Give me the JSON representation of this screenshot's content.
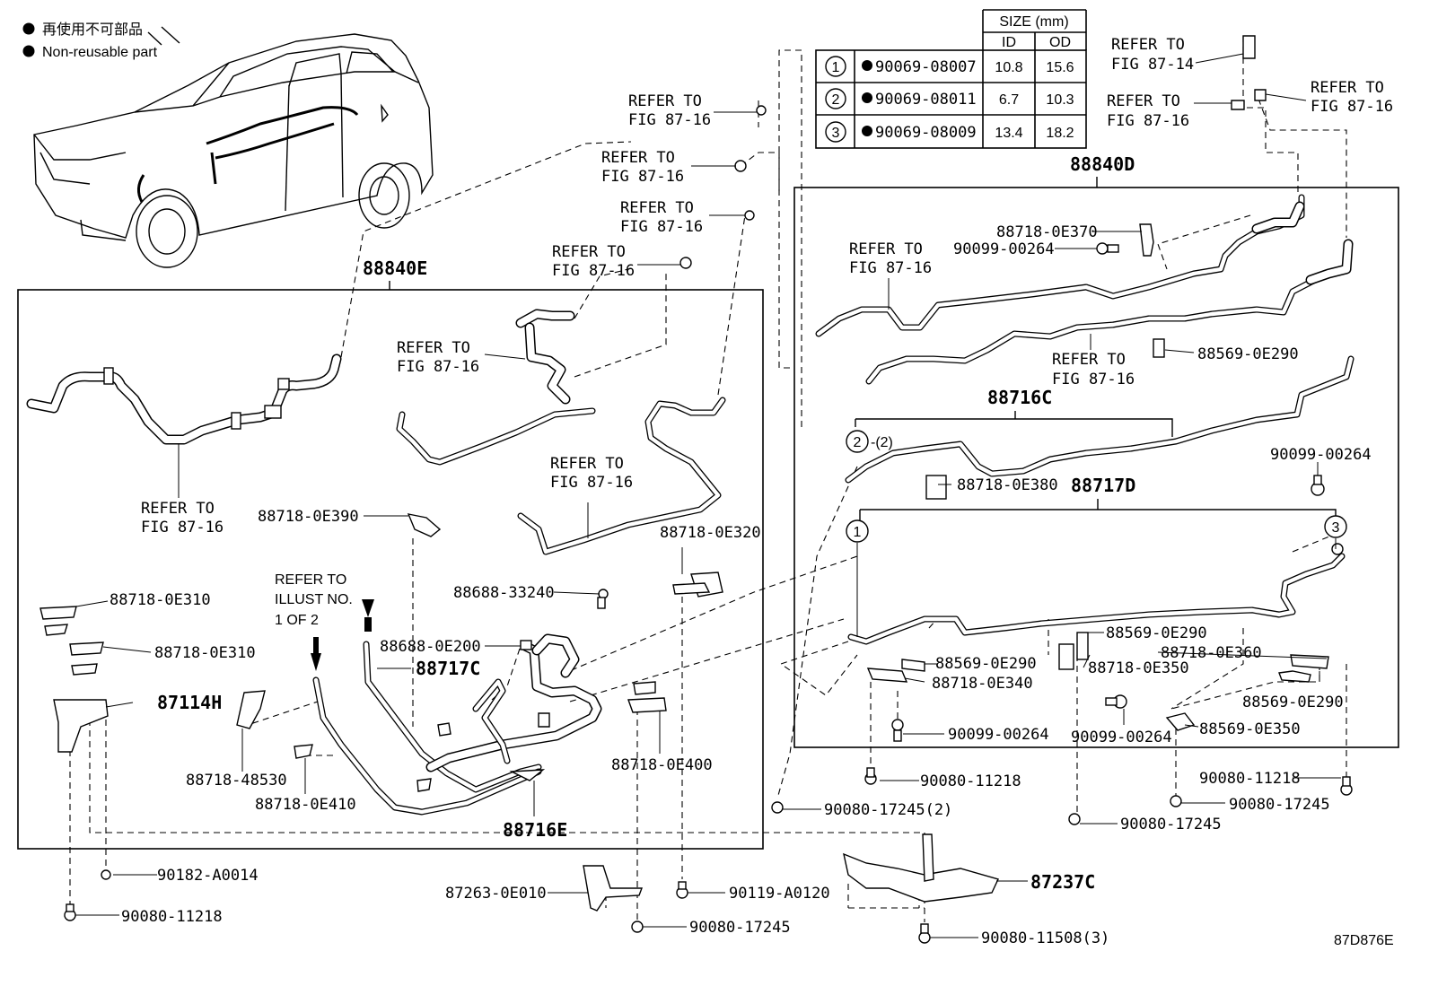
{
  "legend": {
    "line1": "再使用不可部品",
    "line2": "Non-reusable part"
  },
  "table": {
    "size_header": "SIZE (mm)",
    "id_header": "ID",
    "od_header": "OD",
    "rows": [
      {
        "num": "1",
        "part": "90069-08007",
        "id": "10.8",
        "od": "15.6"
      },
      {
        "num": "2",
        "part": "90069-08011",
        "id": "6.7",
        "od": "10.3"
      },
      {
        "num": "3",
        "part": "90069-08009",
        "id": "13.4",
        "od": "18.2"
      }
    ]
  },
  "refer": {
    "l1": "REFER TO",
    "l2_16": "FIG 87-16",
    "l2_14": "FIG 87-14"
  },
  "refer_illust": {
    "l1": "REFER TO",
    "l2": "ILLUST NO.",
    "l3": "1 OF 2"
  },
  "assemblies": {
    "a88840E": "88840E",
    "a88840D": "88840D",
    "a88716C": "88716C",
    "a88717D": "88717D",
    "a88717C": "88717C",
    "a88716E": "88716E",
    "a87114H": "87114H",
    "a87237C": "87237C"
  },
  "parts": {
    "p0E370": "88718-0E370",
    "p00264a": "90099-00264",
    "p0E290a": "88569-0E290",
    "p00264b": "90099-00264",
    "p0E380": "88718-0E380",
    "p0E290b": "88569-0E290",
    "p0E360": "88718-0E360",
    "p0E290c": "88569-0E290",
    "p0E350a": "88718-0E350",
    "p0E340": "88718-0E340",
    "p0E290d": "88569-0E290",
    "p00264c": "90099-00264",
    "p00264d": "90099-00264",
    "p0E350b": "88569-0E350",
    "p11218a": "90080-11218",
    "p11218b": "90080-11218",
    "p17245a": "90080-17245(2)",
    "p17245b": "90080-17245",
    "p17245c": "90080-17245",
    "p0E390": "88718-0E390",
    "p0E320": "88718-0E320",
    "p0E310a": "88718-0E310",
    "p0E310b": "88718-0E310",
    "p33240": "88688-33240",
    "p0E200": "88688-0E200",
    "p48530": "88718-48530",
    "p0E410": "88718-0E410",
    "p0E400": "88718-0E400",
    "pA0014": "90182-A0014",
    "p11218c": "90080-11218",
    "p0E010": "87263-0E010",
    "pA0120": "90119-A0120",
    "p17245d": "90080-17245",
    "p11508": "90080-11508(3)"
  },
  "circles": {
    "c1": "1",
    "c2": "2",
    "c2note": "-(2)",
    "c3": "3"
  },
  "figure_code": "87D876E"
}
